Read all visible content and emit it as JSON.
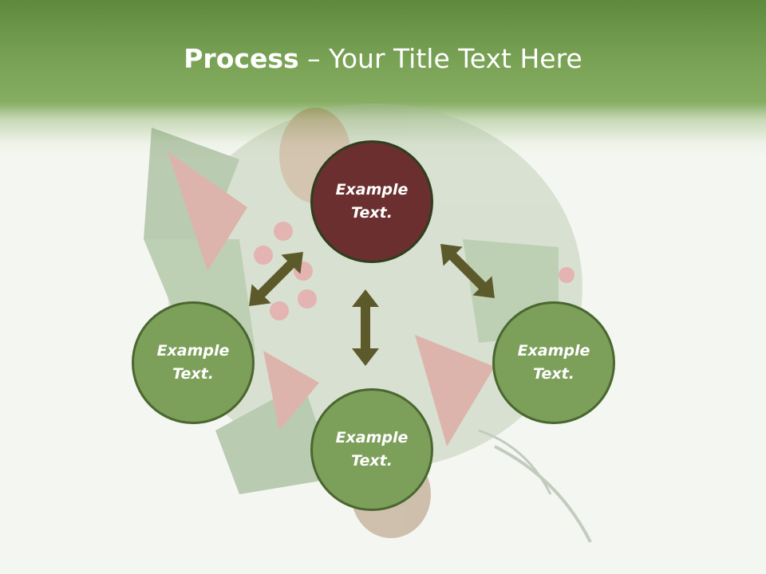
{
  "title": {
    "bold": "Process",
    "rest": " – Your Title Text Here"
  },
  "nodes": {
    "top": "Example\nText.",
    "left": "Example\nText.",
    "right": "Example\nText.",
    "bottom": "Example\nText."
  },
  "colors": {
    "header": "#7aa356",
    "center_fill": "#6b2f30",
    "outer_fill": "#7c9f5a",
    "arrow": "#5c5a2a"
  }
}
